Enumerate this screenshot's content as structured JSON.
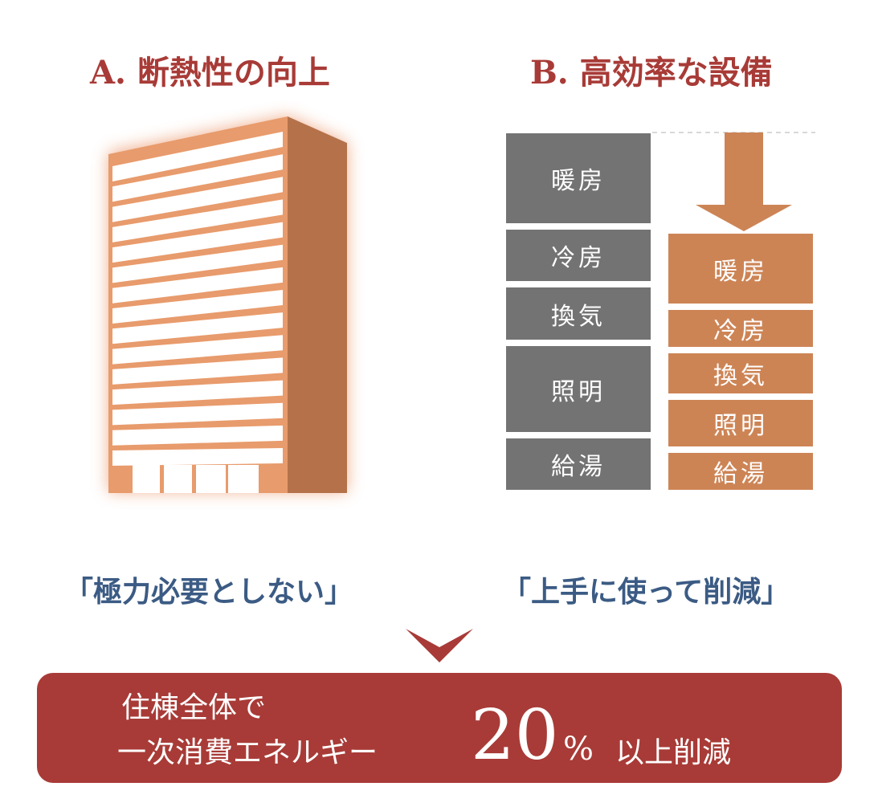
{
  "headings": {
    "a": "A. 断熱性の向上",
    "b": "B. 高効率な設備"
  },
  "before_label_items": [
    "暖房",
    "冷房",
    "換気",
    "照明",
    "給湯"
  ],
  "after_label_items": [
    "暖房",
    "冷房",
    "換気",
    "照明",
    "給湯"
  ],
  "quotes": {
    "a": "「極力必要としない」",
    "b": "「上手に使って削減」"
  },
  "banner": {
    "line1": "住棟全体で",
    "line2": "一次消費エネルギー",
    "number": "20",
    "percent": "%",
    "suffix": "以上削減"
  },
  "colors": {
    "accent": "#a83b37",
    "gray": "#737373",
    "orange": "#cd8455",
    "building_front": "#e89b6c",
    "building_side": "#b5724a",
    "quote": "#3b5b84"
  }
}
